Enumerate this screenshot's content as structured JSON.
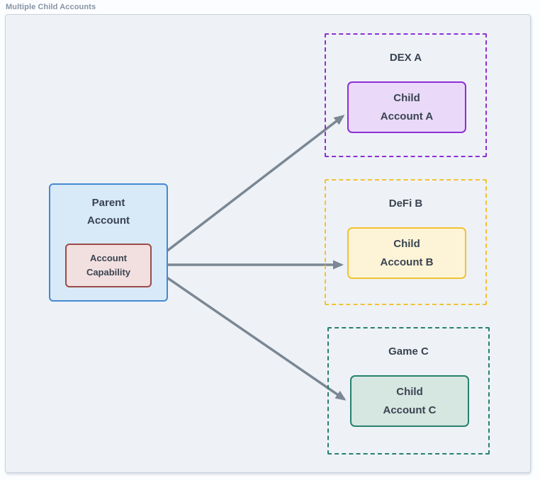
{
  "figure_title": "Multiple Child Accounts",
  "colors": {
    "panel_bg": "#eef2f6",
    "panel_border": "#c9d2dd",
    "arrow": "#7b8794",
    "text": "#3a4350",
    "title_text": "#8694a6",
    "parent_bg": "#d8e9f8",
    "parent_border": "#4489d4",
    "capability_bg": "#f2e0e0",
    "capability_border": "#9c4a46"
  },
  "parent": {
    "label_lines": [
      "Parent",
      "Account"
    ],
    "capability_lines": [
      "Account",
      "Capability"
    ]
  },
  "zones": [
    {
      "label": "DEX A",
      "accent": "#8d2fd6",
      "child_bg": "#ead9f9",
      "child_lines": [
        "Child",
        "Account A"
      ]
    },
    {
      "label": "DeFi B",
      "accent": "#f2c230",
      "child_bg": "#fdf4d8",
      "child_lines": [
        "Child",
        "Account B"
      ]
    },
    {
      "label": "Game C",
      "accent": "#27816d",
      "child_bg": "#d6e6e0",
      "child_lines": [
        "Child",
        "Account C"
      ]
    }
  ],
  "edges": [
    {
      "from": "Account Capability",
      "to": "Child Account A"
    },
    {
      "from": "Account Capability",
      "to": "Child Account B"
    },
    {
      "from": "Account Capability",
      "to": "Child Account C"
    }
  ]
}
